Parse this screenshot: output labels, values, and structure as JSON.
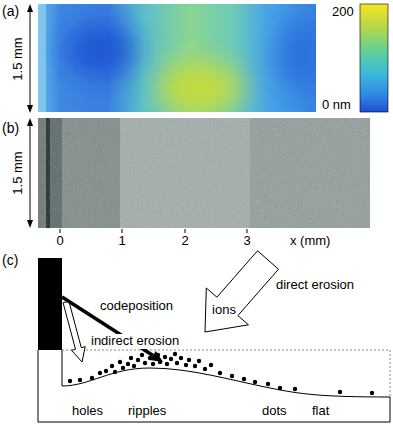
{
  "diagram": {
    "labels": [
      "(a)",
      "1.5 mm",
      "200",
      "0 nm",
      "(b)",
      "1.5 mm",
      "0",
      "1",
      "2",
      "3",
      "x (mm)",
      "(c)",
      "direct erosion",
      "ions",
      "codeposition",
      "indirect erosion",
      "holes",
      "ripples",
      "dots",
      "flat"
    ]
  }
}
